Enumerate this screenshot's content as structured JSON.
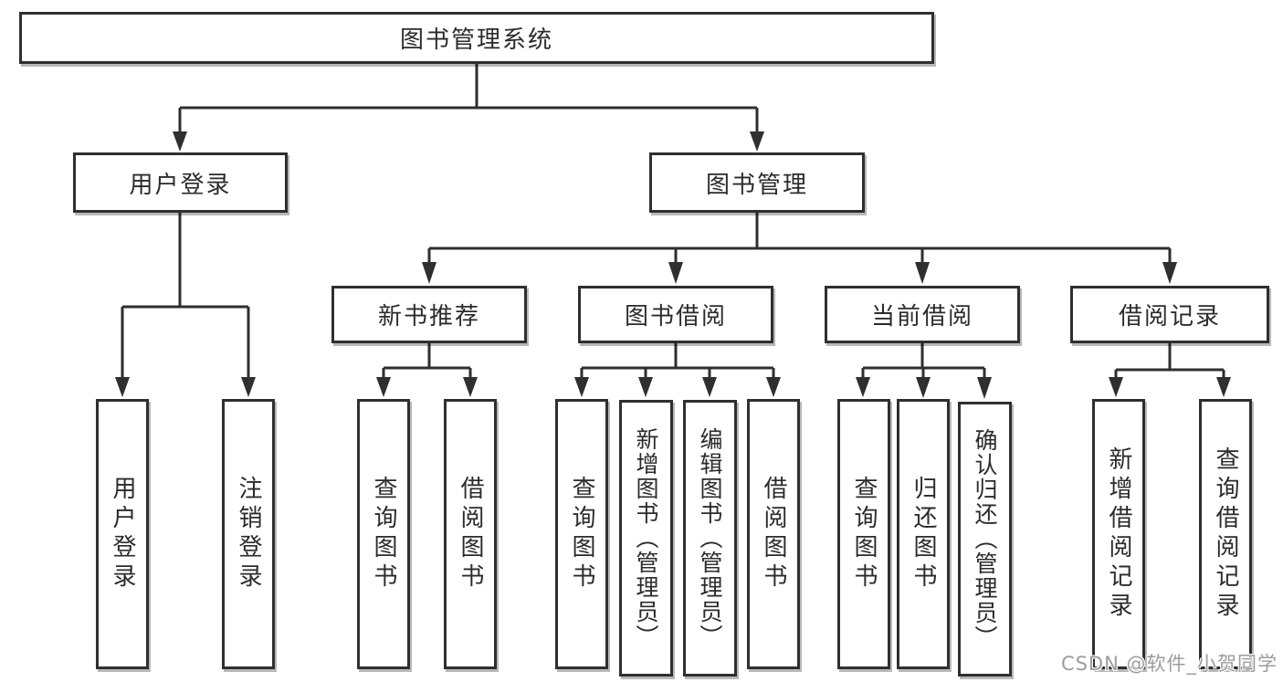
{
  "tree": {
    "label": "图书管理系统",
    "children": [
      {
        "label": "用户登录",
        "children": [
          {
            "label": "用户登录"
          },
          {
            "label": "注销登录"
          }
        ]
      },
      {
        "label": "图书管理",
        "children": [
          {
            "label": "新书推荐",
            "children": [
              {
                "label": "查询图书"
              },
              {
                "label": "借阅图书"
              }
            ]
          },
          {
            "label": "图书借阅",
            "children": [
              {
                "label": "查询图书"
              },
              {
                "label": "新增图书（管理员）"
              },
              {
                "label": "编辑图书（管理员）"
              },
              {
                "label": "借阅图书"
              }
            ]
          },
          {
            "label": "当前借阅",
            "children": [
              {
                "label": "查询图书"
              },
              {
                "label": "归还图书"
              },
              {
                "label": "确认归还（管理员）"
              }
            ]
          },
          {
            "label": "借阅记录",
            "children": [
              {
                "label": "新增借阅记录"
              },
              {
                "label": "查询借阅记录"
              }
            ]
          }
        ]
      }
    ]
  },
  "watermark": "CSDN @软件_小贺同学",
  "colors": {
    "line": "#2f2f2f",
    "box_border": "#2f2f2f",
    "box_bg": "#ffffff",
    "text": "#2b2b2b",
    "watermark": "#9c9c9c",
    "background": "#ffffff"
  }
}
